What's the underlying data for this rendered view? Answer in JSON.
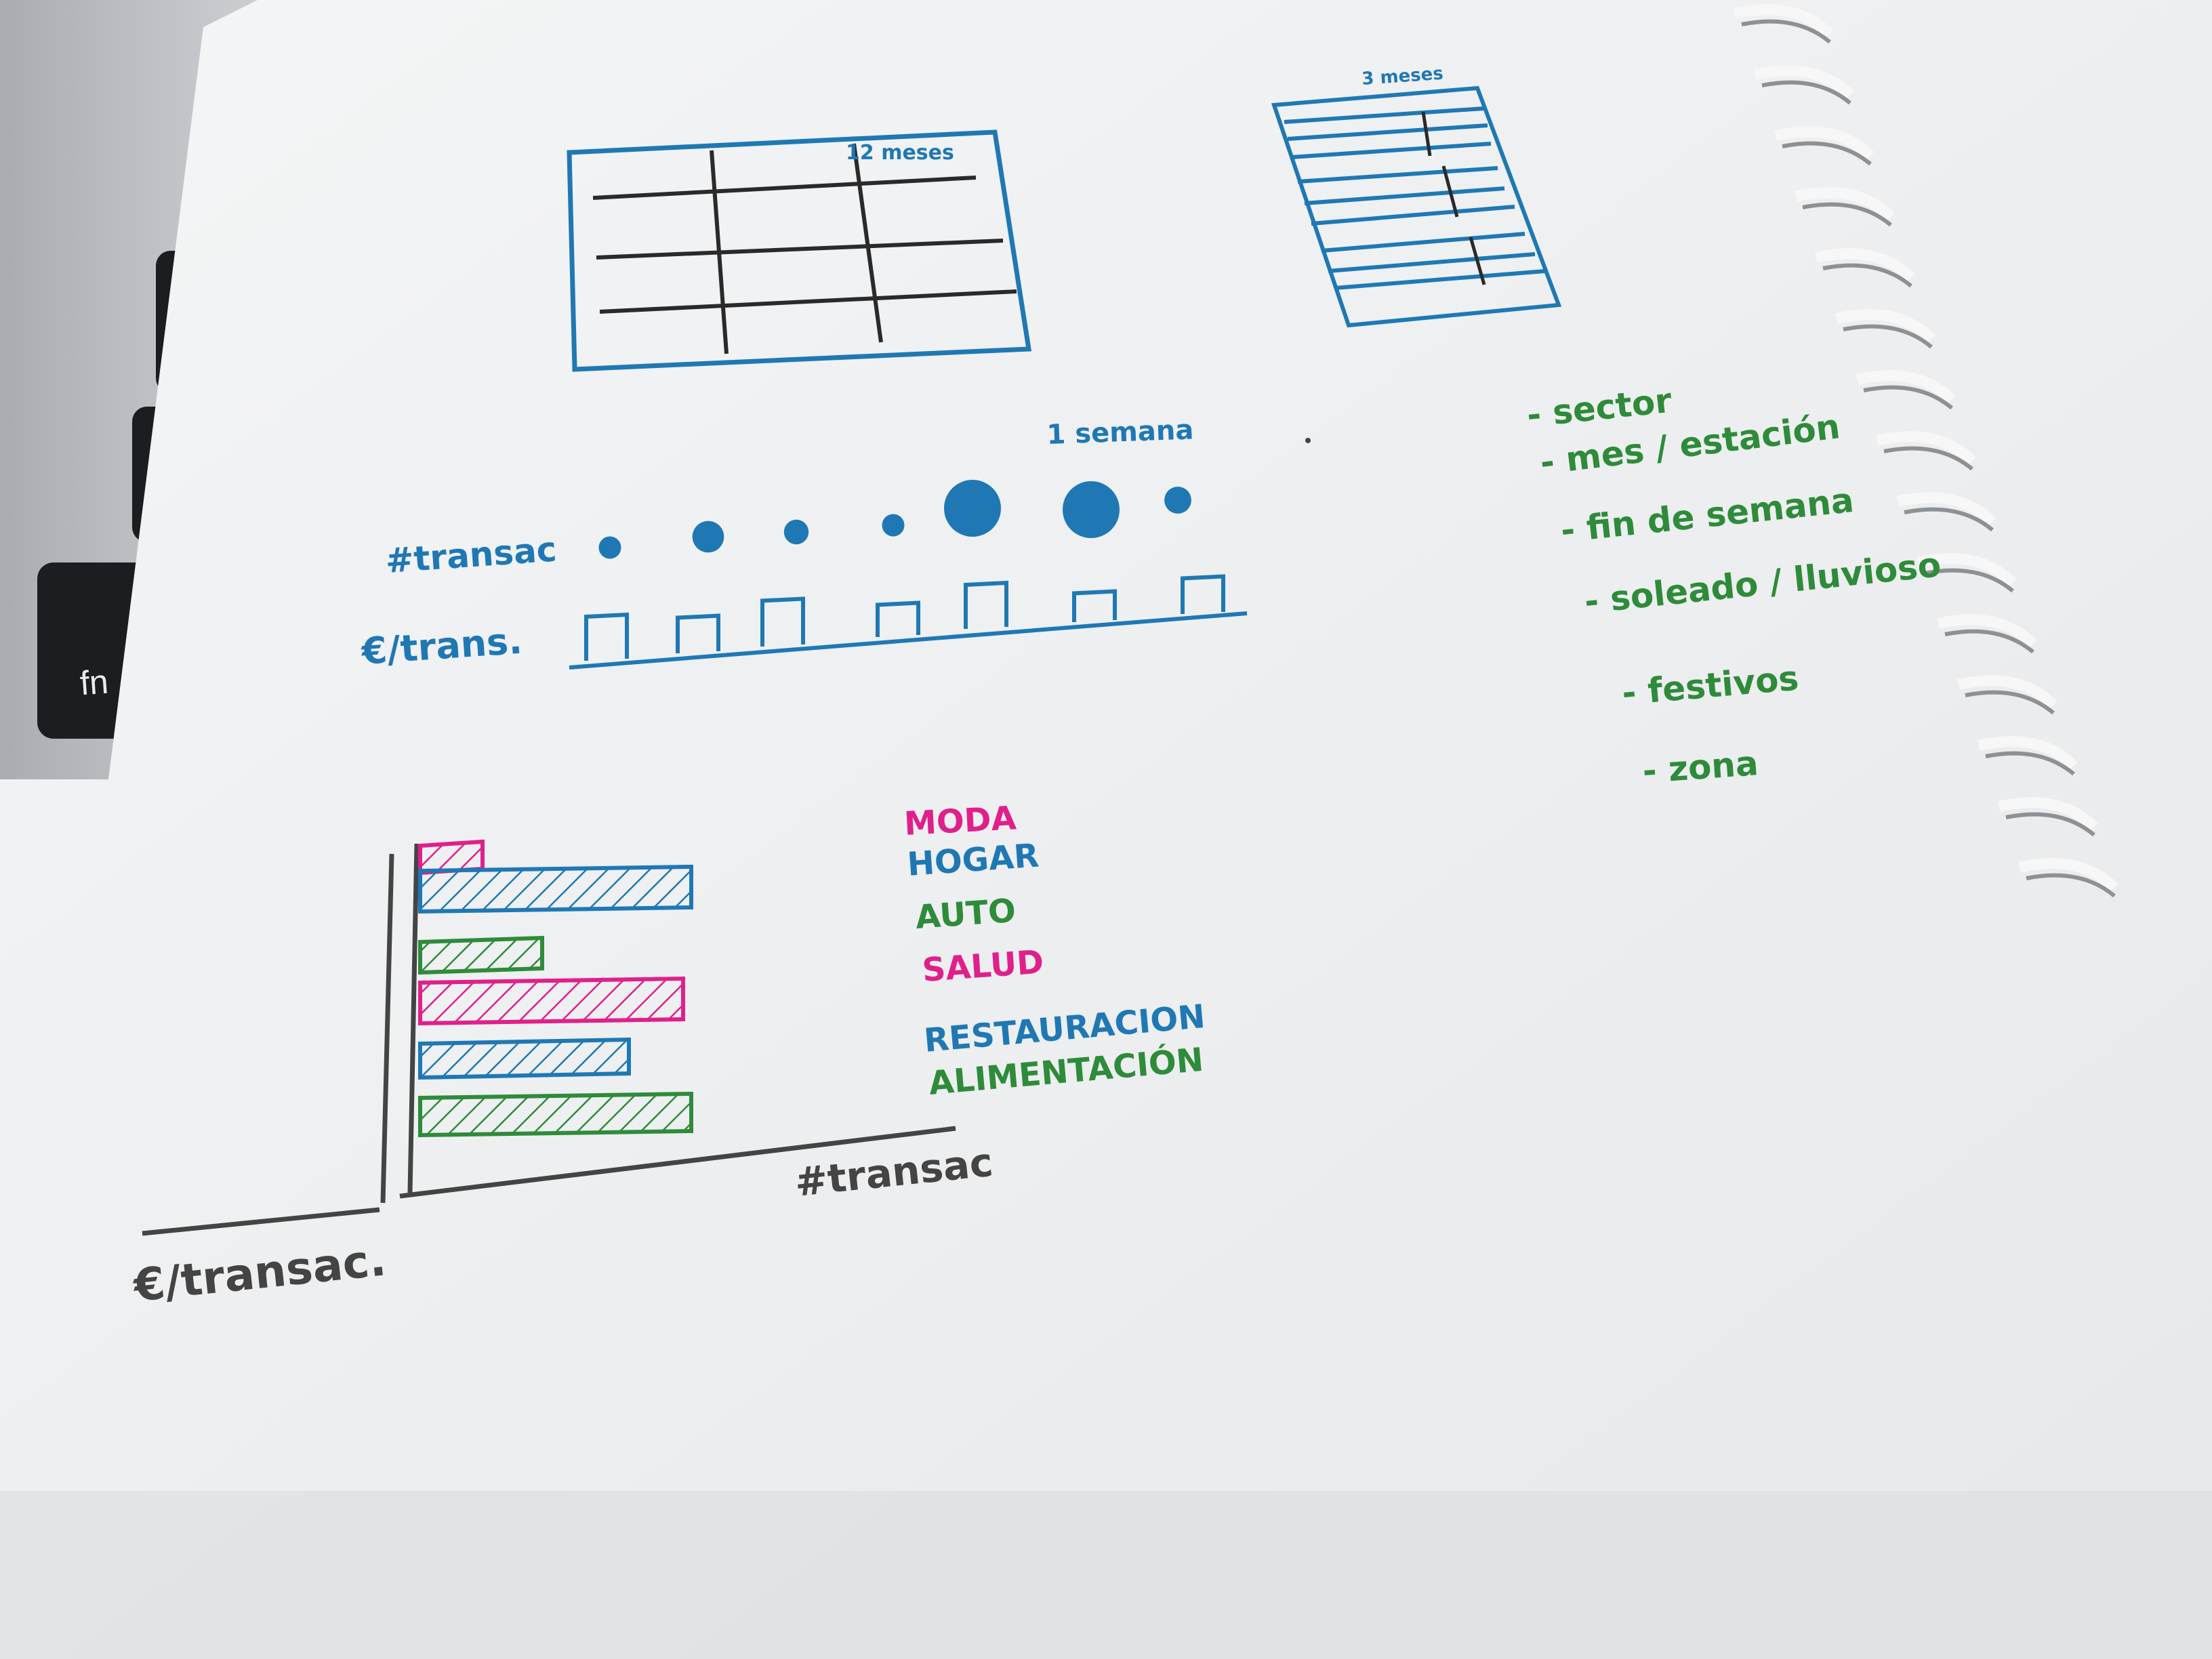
{
  "laptop": {
    "key_label": "fn"
  },
  "colors": {
    "blue": "#1f78b4",
    "green": "#2e8b3a",
    "pink": "#e0208a",
    "gray": "#555555"
  },
  "sketch_table_12": {
    "label": "12 meses"
  },
  "sketch_table_3": {
    "label": "3 meses"
  },
  "week_chart": {
    "label_week": "1 semana",
    "label_transactions": "#transac",
    "label_amount": "€/trans.",
    "dot_sizes": [
      0.25,
      0.45,
      0.3,
      0.25,
      1.0,
      1.0,
      0.35
    ],
    "bar_heights": [
      0.8,
      0.55,
      0.85,
      0.45,
      0.8,
      0.35,
      0.55
    ]
  },
  "factors": {
    "items": [
      "- sector",
      "- mes / estación",
      "- fin de semana",
      "- soleado / lluvioso",
      "- festivos",
      "- zona"
    ]
  },
  "bar_sketch": {
    "categories": [
      "MODA",
      "HOGAR",
      "AUTO",
      "SALUD",
      "RESTAURACION",
      "ALIMENTACIÓN"
    ],
    "values": [
      0.23,
      1.0,
      0.45,
      0.97,
      0.77,
      1.0
    ],
    "xlabel": "#transac",
    "ylabel": "€/transac."
  }
}
